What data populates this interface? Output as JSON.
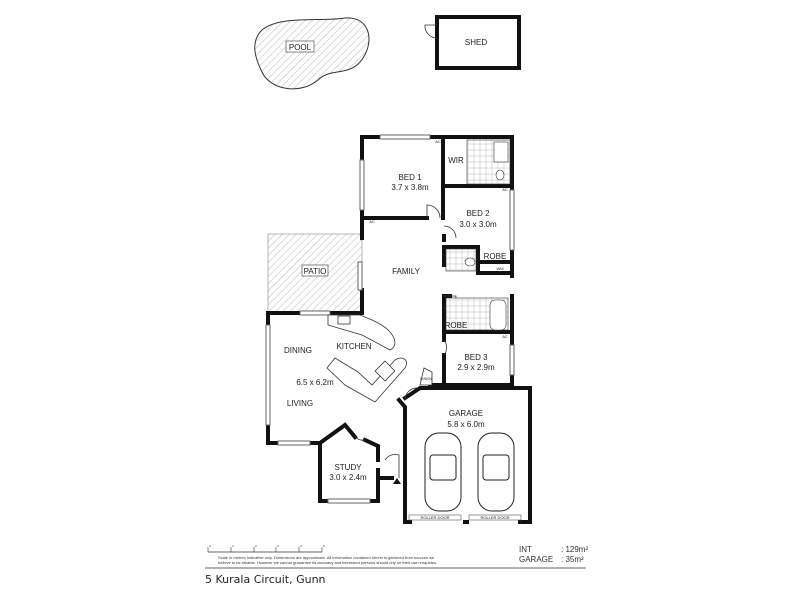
{
  "plan": {
    "outdoor": {
      "pool": "POOL",
      "shed": "SHED",
      "patio": "PATIO"
    },
    "rooms": {
      "bed1": {
        "name": "BED 1",
        "size": "3.7 x 3.8m"
      },
      "wir": {
        "name": "WIR"
      },
      "bed2": {
        "name": "BED 2",
        "size": "3.0 x 3.0m"
      },
      "robe1": {
        "name": "ROBE"
      },
      "wm": {
        "name": "WM"
      },
      "family": {
        "name": "FAMILY"
      },
      "robe2": {
        "name": "ROBE"
      },
      "bed3": {
        "name": "BED 3",
        "size": "2.9 x 2.9m"
      },
      "kitchen": {
        "name": "KITCHEN"
      },
      "dining": {
        "name": "DINING"
      },
      "living": {
        "name": "LIVING",
        "size": "6.5 x 6.2m"
      },
      "linen": {
        "name": "LINEN"
      },
      "garage": {
        "name": "GARAGE",
        "size": "5.8 x 6.0m"
      },
      "study": {
        "name": "STUDY",
        "size": "3.0 x 2.4m"
      }
    },
    "roller_door": "ROLLER DOOR",
    "ac": "AC",
    "scale_ticks": [
      "0",
      "1",
      "2",
      "3",
      "4",
      "5"
    ]
  },
  "footer": {
    "disclaimer_line1": "Scale in metres Indicative only. Dimensions are approximate. All information contained herein is gathered from sources we",
    "disclaimer_line2": "believe to be reliable. However we cannot guarantee its accuracy and interested persons should rely on their own enquiries.",
    "areas": [
      {
        "label": "INT",
        "value": ": 129m²"
      },
      {
        "label": "GARAGE",
        "value": ":   35m²"
      }
    ],
    "address": "5 Kurala Circuit, Gunn"
  }
}
